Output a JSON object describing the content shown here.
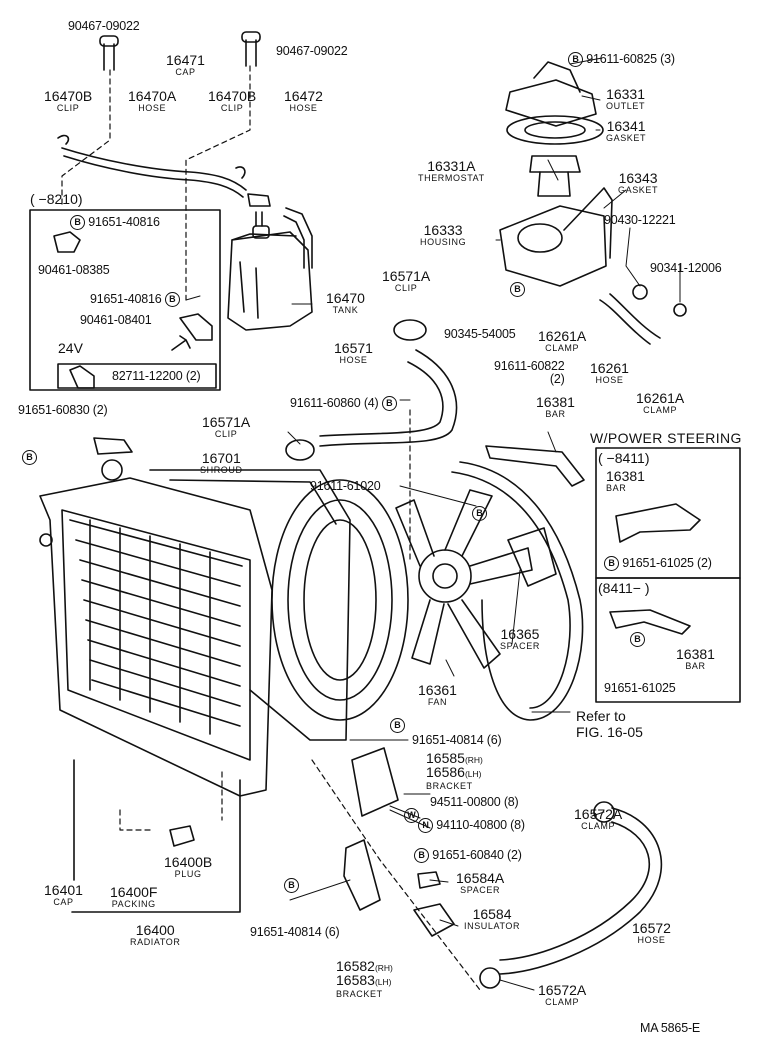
{
  "parts": {
    "p90467a": "90467-09022",
    "p90467b": "90467-09022",
    "p16471": {
      "num": "16471",
      "name": "CAP"
    },
    "p16470b_l": {
      "num": "16470B",
      "name": "CLIP"
    },
    "p16470a": {
      "num": "16470A",
      "name": "HOSE"
    },
    "p16470b_r": {
      "num": "16470B",
      "name": "CLIP"
    },
    "p16472": {
      "num": "16472",
      "name": "HOSE"
    },
    "p16470": {
      "num": "16470",
      "name": "TANK"
    },
    "box8210": {
      "range": "(   −8210)",
      "marker": "B",
      "p91651a": "91651-40816",
      "p90461a": "90461-08385",
      "p91651b": "91651-40816",
      "p90461b": "90461-08401",
      "v24": "24V",
      "p82711": "82711-12200",
      "p82711_qty": "(2)"
    },
    "p91651_60830": "91651-60830 (2)",
    "p91611_60825": "91611-60825 (3)",
    "p16331": {
      "num": "16331",
      "name": "OUTLET"
    },
    "p16341": {
      "num": "16341",
      "name": "GASKET"
    },
    "p16331a": {
      "num": "16331A",
      "name": "THERMOSTAT"
    },
    "p16343": {
      "num": "16343",
      "name": "GASKET"
    },
    "p16333": {
      "num": "16333",
      "name": "HOUSING"
    },
    "p90430": "90430-12221",
    "p90341": "90341-12006",
    "p16571a_t": {
      "num": "16571A",
      "name": "CLIP"
    },
    "p90345": "90345-54005",
    "p91611_60822": "91611-60822",
    "p91611_60822_qty": "(2)",
    "p16261a_l": {
      "num": "16261A",
      "name": "CLAMP"
    },
    "p16261": {
      "num": "16261",
      "name": "HOSE"
    },
    "p16261a_r": {
      "num": "16261A",
      "name": "CLAMP"
    },
    "p16571": {
      "num": "16571",
      "name": "HOSE"
    },
    "p91611_60860": "91611-60860 (4)",
    "p16381": {
      "num": "16381",
      "name": "BAR"
    },
    "ps": {
      "title": "W/POWER STEERING",
      "range1": "(   −8411)",
      "p16381a": {
        "num": "16381",
        "name": "BAR"
      },
      "p91651_61025a": "91651-61025 (2)",
      "range2": "(8411−   )",
      "p16381b": {
        "num": "16381",
        "name": "BAR"
      },
      "p91651_61025b": "91651-61025"
    },
    "p16571a_m": {
      "num": "16571A",
      "name": "CLIP"
    },
    "p16701": {
      "num": "16701",
      "name": "SHROUD"
    },
    "p91611_61020": "91611-61020",
    "p16365": {
      "num": "16365",
      "name": "SPACER"
    },
    "p16361": {
      "num": "16361",
      "name": "FAN"
    },
    "refer": {
      "line1": "Refer to",
      "line2": "FIG. 16-05"
    },
    "p91651_40814a": "91651-40814 (6)",
    "p16585": {
      "num": "16585",
      "sub": "(RH)"
    },
    "p16586": {
      "num": "16586",
      "sub": "(LH)",
      "name": "BRACKET"
    },
    "p94511": "94511-00800 (8)",
    "p94110": "94110-40800 (8)",
    "p16572a_t": {
      "num": "16572A",
      "name": "CLAMP"
    },
    "p91651_60840": "91651-60840 (2)",
    "p16584a": {
      "num": "16584A",
      "name": "SPACER"
    },
    "p16584": {
      "num": "16584",
      "name": "INSULATOR"
    },
    "p16572": {
      "num": "16572",
      "name": "HOSE"
    },
    "p16572a_b": {
      "num": "16572A",
      "name": "CLAMP"
    },
    "p16582": {
      "num": "16582",
      "sub": "(RH)"
    },
    "p16583": {
      "num": "16583",
      "sub": "(LH)",
      "name": "BRACKET"
    },
    "p91651_40814b": "91651-40814 (6)",
    "p16400b": {
      "num": "16400B",
      "name": "PLUG"
    },
    "p16401": {
      "num": "16401",
      "name": "CAP"
    },
    "p16400f": {
      "num": "16400F",
      "name": "PACKING"
    },
    "p16400": {
      "num": "16400",
      "name": "RADIATOR"
    },
    "markers": {
      "b": "B",
      "w": "W",
      "n": "N"
    },
    "code": "MA  5865-E"
  }
}
